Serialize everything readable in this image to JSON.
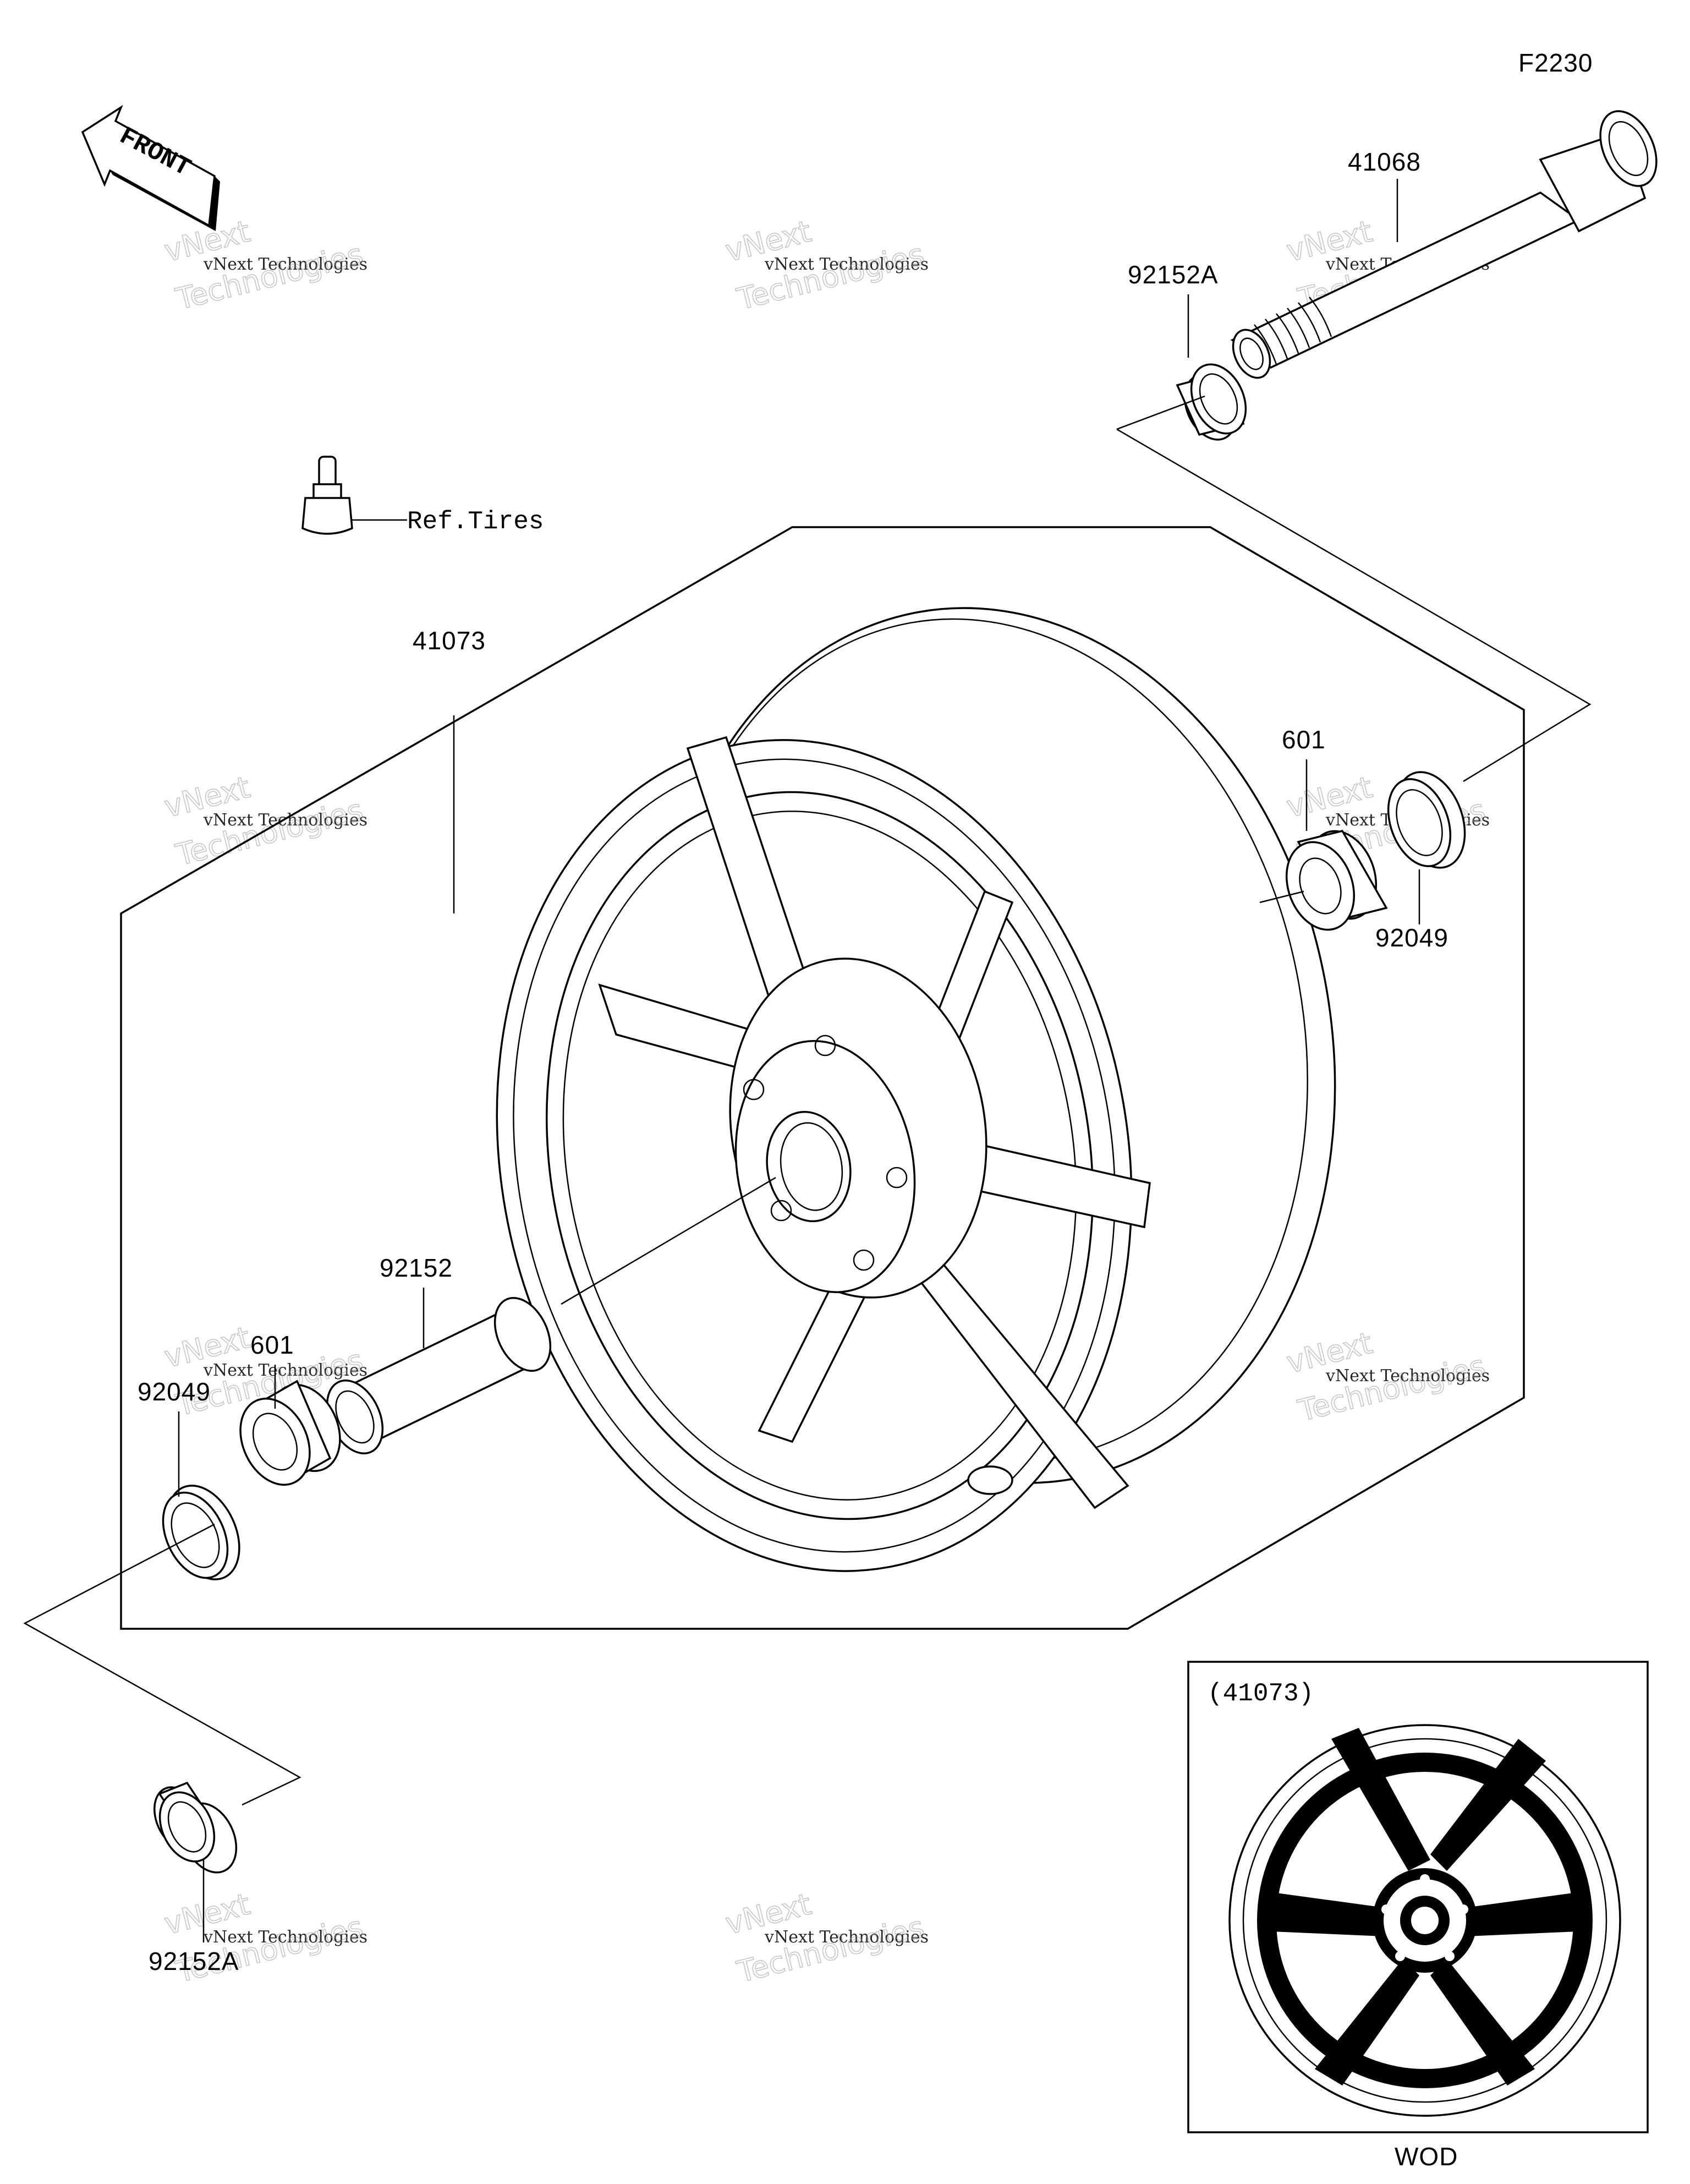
{
  "diagram_code": "F2230",
  "front_label": "FRONT",
  "ref_tires": "Ref.Tires",
  "watermark": {
    "line1": "vNext Technologies",
    "big1": "vNext",
    "big2": "Technologies"
  },
  "parts": {
    "axle": "41068",
    "collar_right": "92152A",
    "wheel": "41073",
    "bearing_right": "601",
    "seal_right": "92049",
    "spacer": "92152",
    "bearing_left": "601",
    "seal_left": "92049",
    "collar_left": "92152A"
  },
  "inset": {
    "title": "(41073)",
    "caption": "WOD"
  }
}
